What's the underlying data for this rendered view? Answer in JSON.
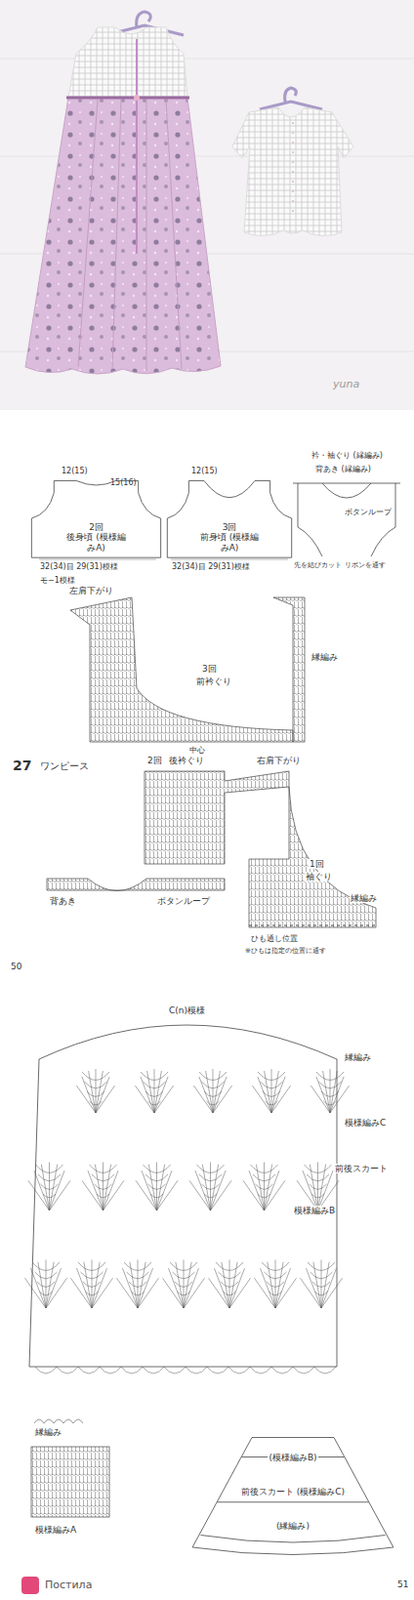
{
  "diagram": {
    "nodes": [
      {
        "text": [
          "2回",
          "後身頃 (模様編みA)"
        ]
      },
      {
        "text": [
          "3回",
          "前身頃 (模様編みA)"
        ]
      },
      {
        "text": [
          "(模様編みB)",
          "前後スカート (模様編みC)",
          "(縁編み)"
        ]
      }
    ],
    "labels": [
      "yuna",
      "12(15)",
      "15(16)",
      "32(34)目 29(31)模様",
      "モ−1模様",
      "12(15)",
      "32(34)目 29(31)模様",
      "衿・袖ぐり (縁編み)",
      "背あき (縁編み)",
      "ボタンループ",
      "先を結びカット",
      "リボンを通す",
      "左肩下がり",
      "3回",
      "前衿ぐり",
      "縁編み",
      "中心",
      "27",
      "ワンピース",
      "2回",
      "後衿ぐり",
      "右肩下がり",
      "背あき",
      "ボタンループ",
      "1回",
      "袖ぐり",
      "縁編み",
      "ひも通し位置",
      "※ひもは指定の位置に通す",
      "50",
      "C(n)模様",
      "縁編み",
      "模様編みC",
      "前後スカート",
      "模様編みB",
      "縁編み",
      "模様編みA",
      "51",
      "Постила"
    ]
  }
}
